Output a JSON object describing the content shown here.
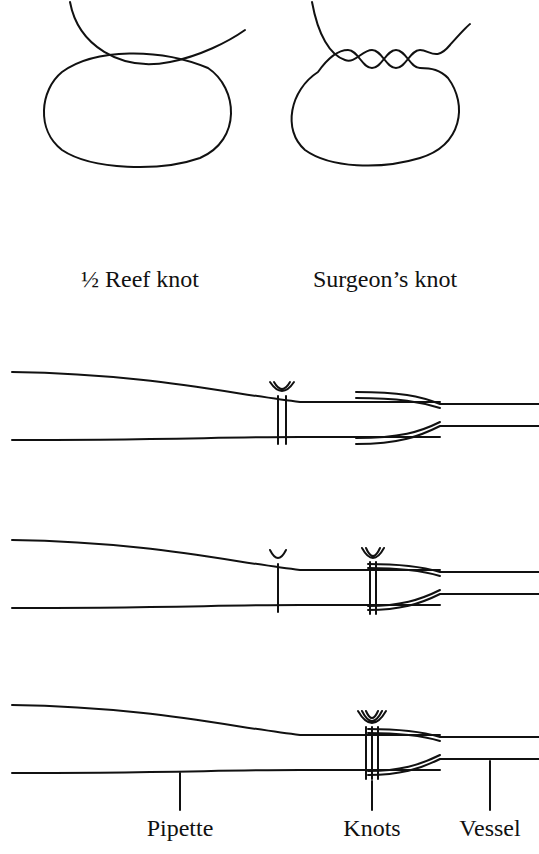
{
  "diagram": {
    "labels": [
      "½ Reef knot",
      "Surgeon’s knot",
      "Pipette",
      "Knots",
      "Vessel"
    ]
  }
}
